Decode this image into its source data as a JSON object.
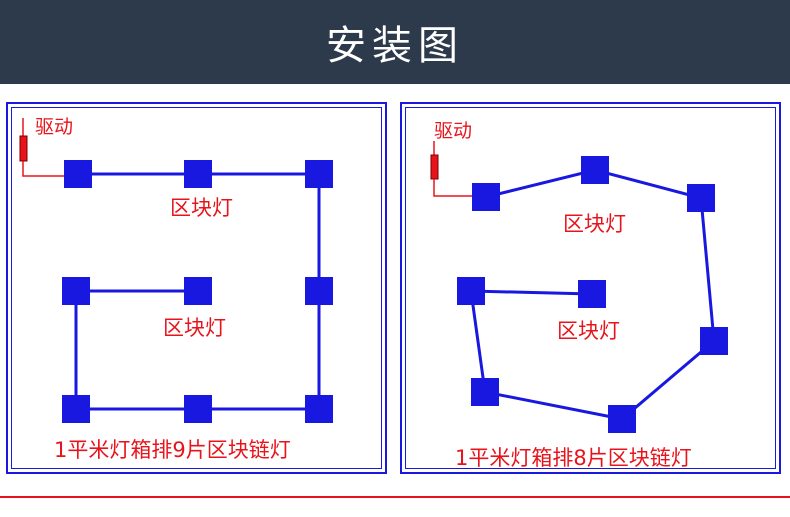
{
  "header": {
    "title": "安装图"
  },
  "panels": [
    {
      "driver_label": "驱动",
      "zone_label_top": "区块灯",
      "zone_label_middle": "区块灯",
      "caption": "1平米灯箱排9片区块链灯"
    },
    {
      "driver_label": "驱动",
      "zone_label_top": "区块灯",
      "zone_label_middle": "区块灯",
      "caption": "1平米灯箱排8片区块链灯"
    }
  ],
  "colors": {
    "header_bg": "#2d3a4c",
    "module_blue": "#1818e0",
    "label_red": "#e8141b"
  }
}
